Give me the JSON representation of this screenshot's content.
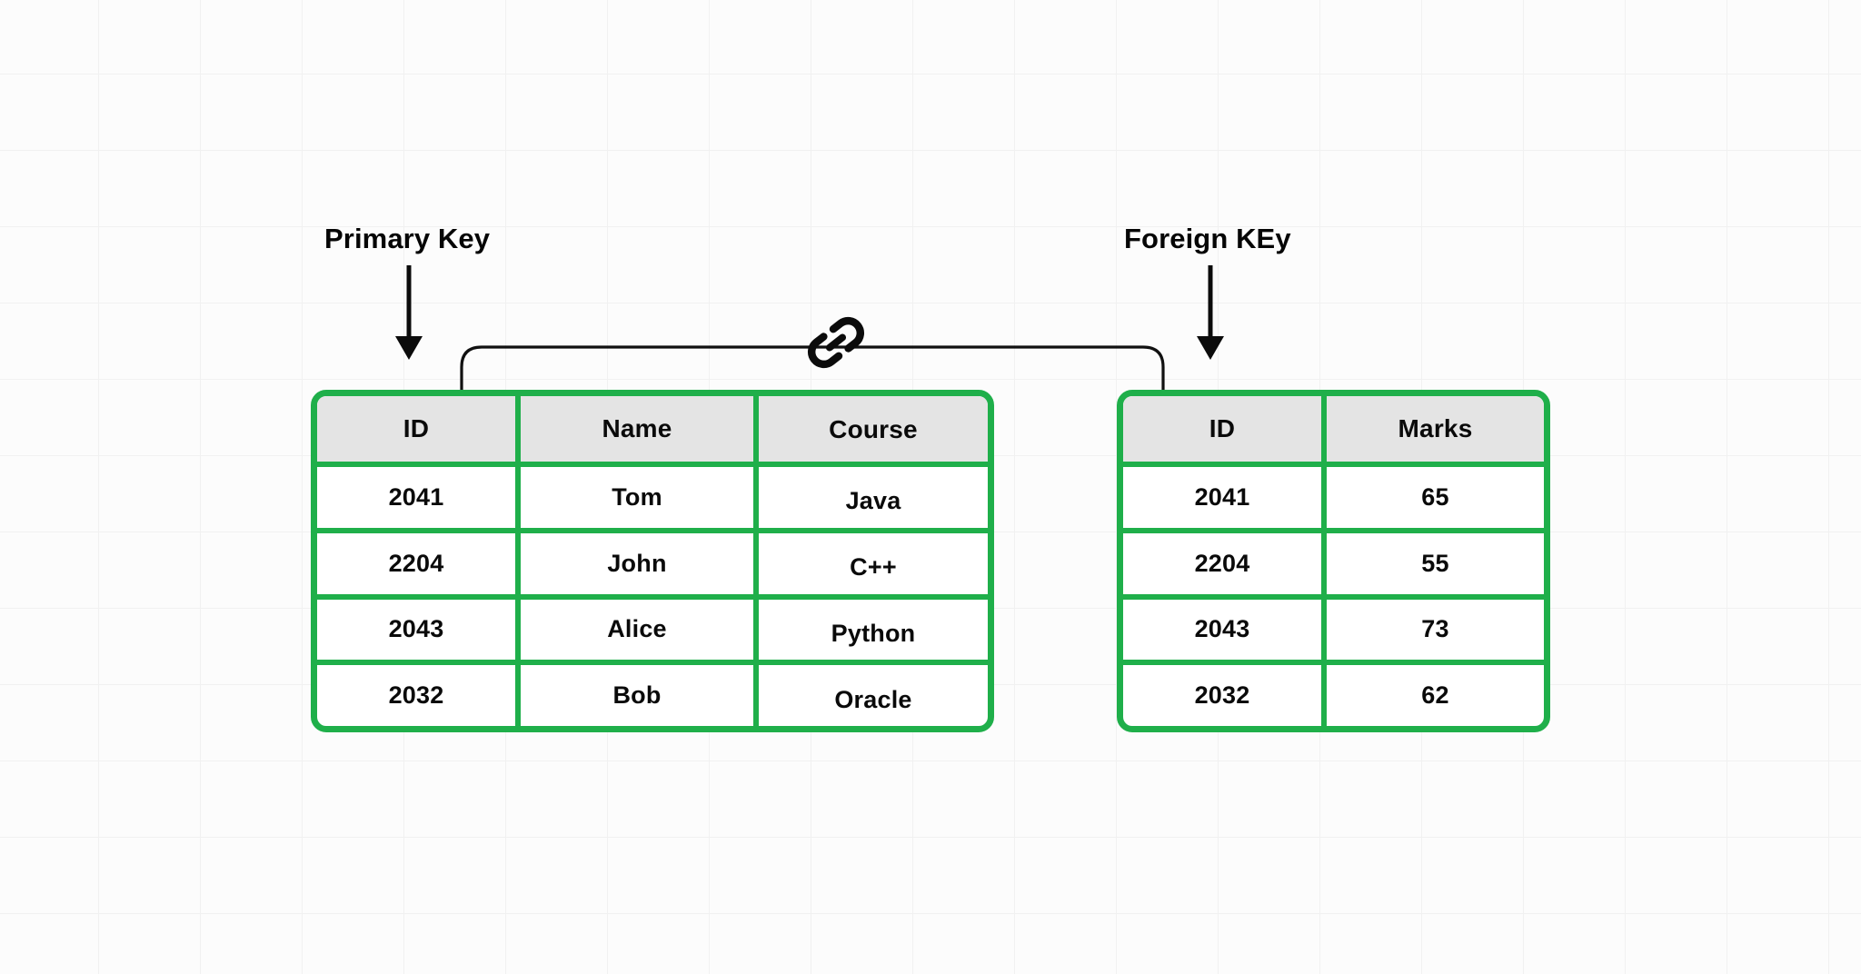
{
  "canvas": {
    "background_color": "#fcfcfc",
    "grid_color": "#f1f1f1"
  },
  "theme": {
    "table_border_color": "#1faf4a",
    "header_fill_color": "#e4e4e4",
    "text_color": "#0a0a0a",
    "connector_color": "#111111"
  },
  "annotations": {
    "primary_key": {
      "label": "Primary Key",
      "arrow": "down-arrow"
    },
    "foreign_key": {
      "label": "Foreign KEy",
      "arrow": "down-arrow"
    }
  },
  "connector": {
    "icon": "link-chain-icon",
    "from_table": "students-table",
    "from_column": "ID",
    "to_table": "marks-table",
    "to_column": "ID"
  },
  "tables": [
    {
      "id": "students-table",
      "columns": [
        "ID",
        "Name",
        "Course"
      ],
      "rows": [
        [
          "2041",
          "Tom",
          "Java"
        ],
        [
          "2204",
          "John",
          "C++"
        ],
        [
          "2043",
          "Alice",
          "Python"
        ],
        [
          "2032",
          "Bob",
          "Oracle"
        ]
      ]
    },
    {
      "id": "marks-table",
      "columns": [
        "ID",
        "Marks"
      ],
      "rows": [
        [
          "2041",
          "65"
        ],
        [
          "2204",
          "55"
        ],
        [
          "2043",
          "73"
        ],
        [
          "2032",
          "62"
        ]
      ]
    }
  ]
}
